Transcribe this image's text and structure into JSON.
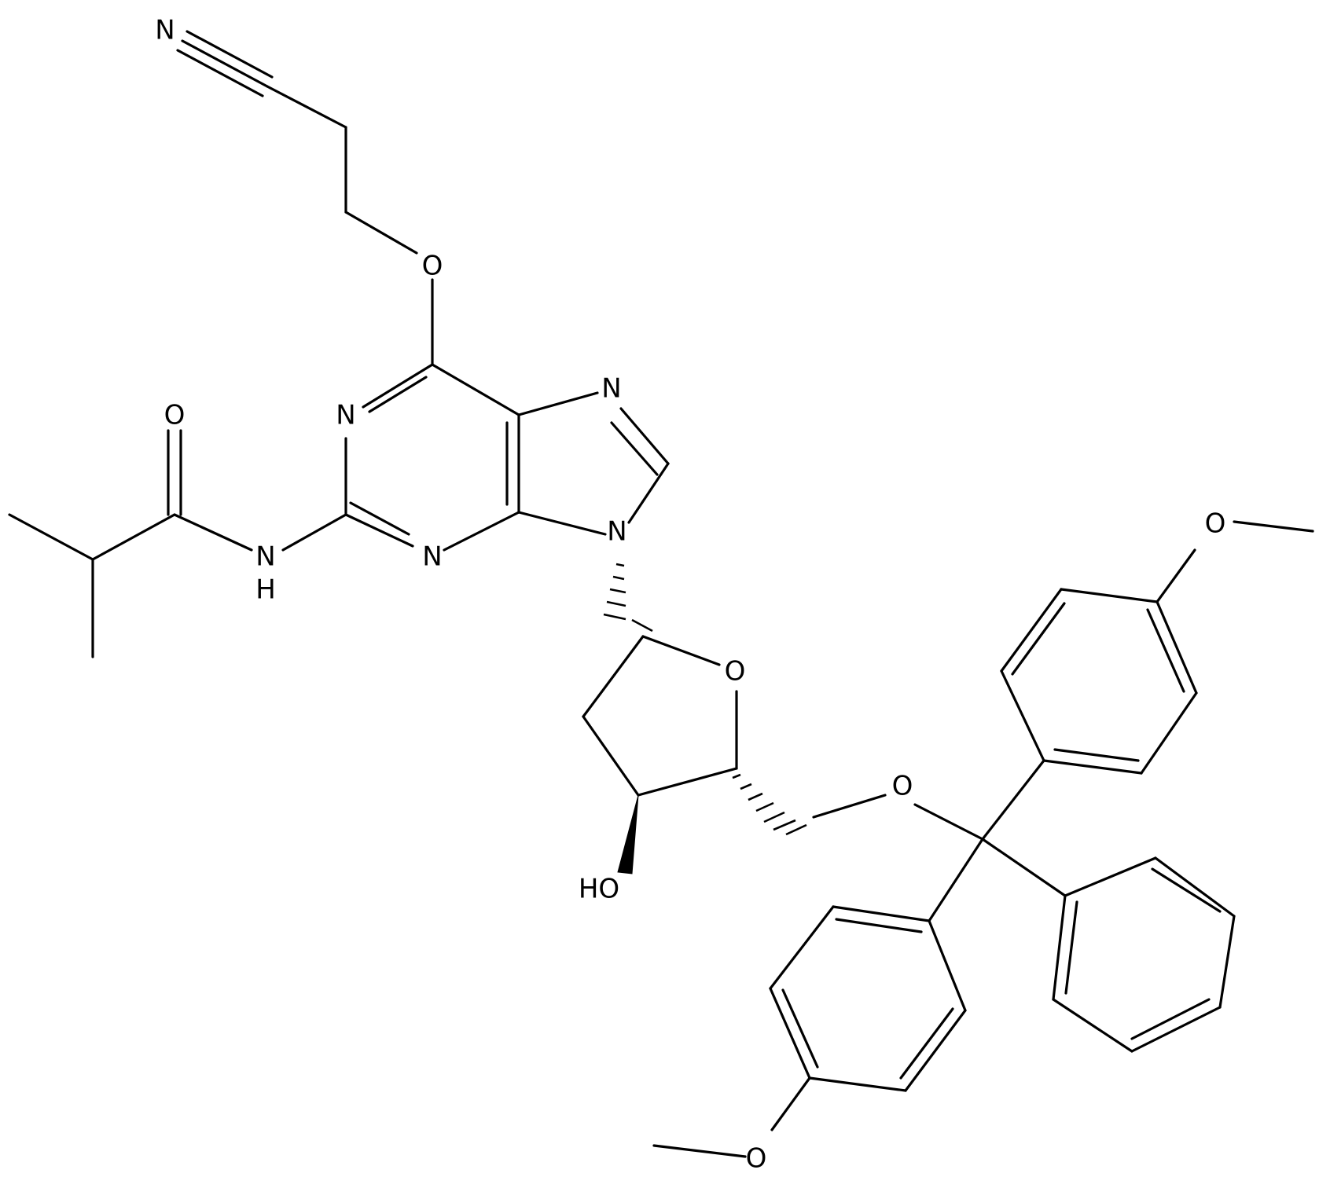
{
  "atoms": {
    "n_nitrile": "N",
    "o_ether": "O",
    "n1": "N",
    "n3": "N",
    "n7": "N",
    "n9": "N",
    "o_amide": "O",
    "n_amide": "N",
    "h_amide": "H",
    "o_ring": "O",
    "oh": "HO",
    "o_dmt": "O",
    "o_methoxy_top": "O",
    "o_methoxy_bottom": "O"
  },
  "colors": {
    "bond": "#000000",
    "background": "#ffffff"
  }
}
